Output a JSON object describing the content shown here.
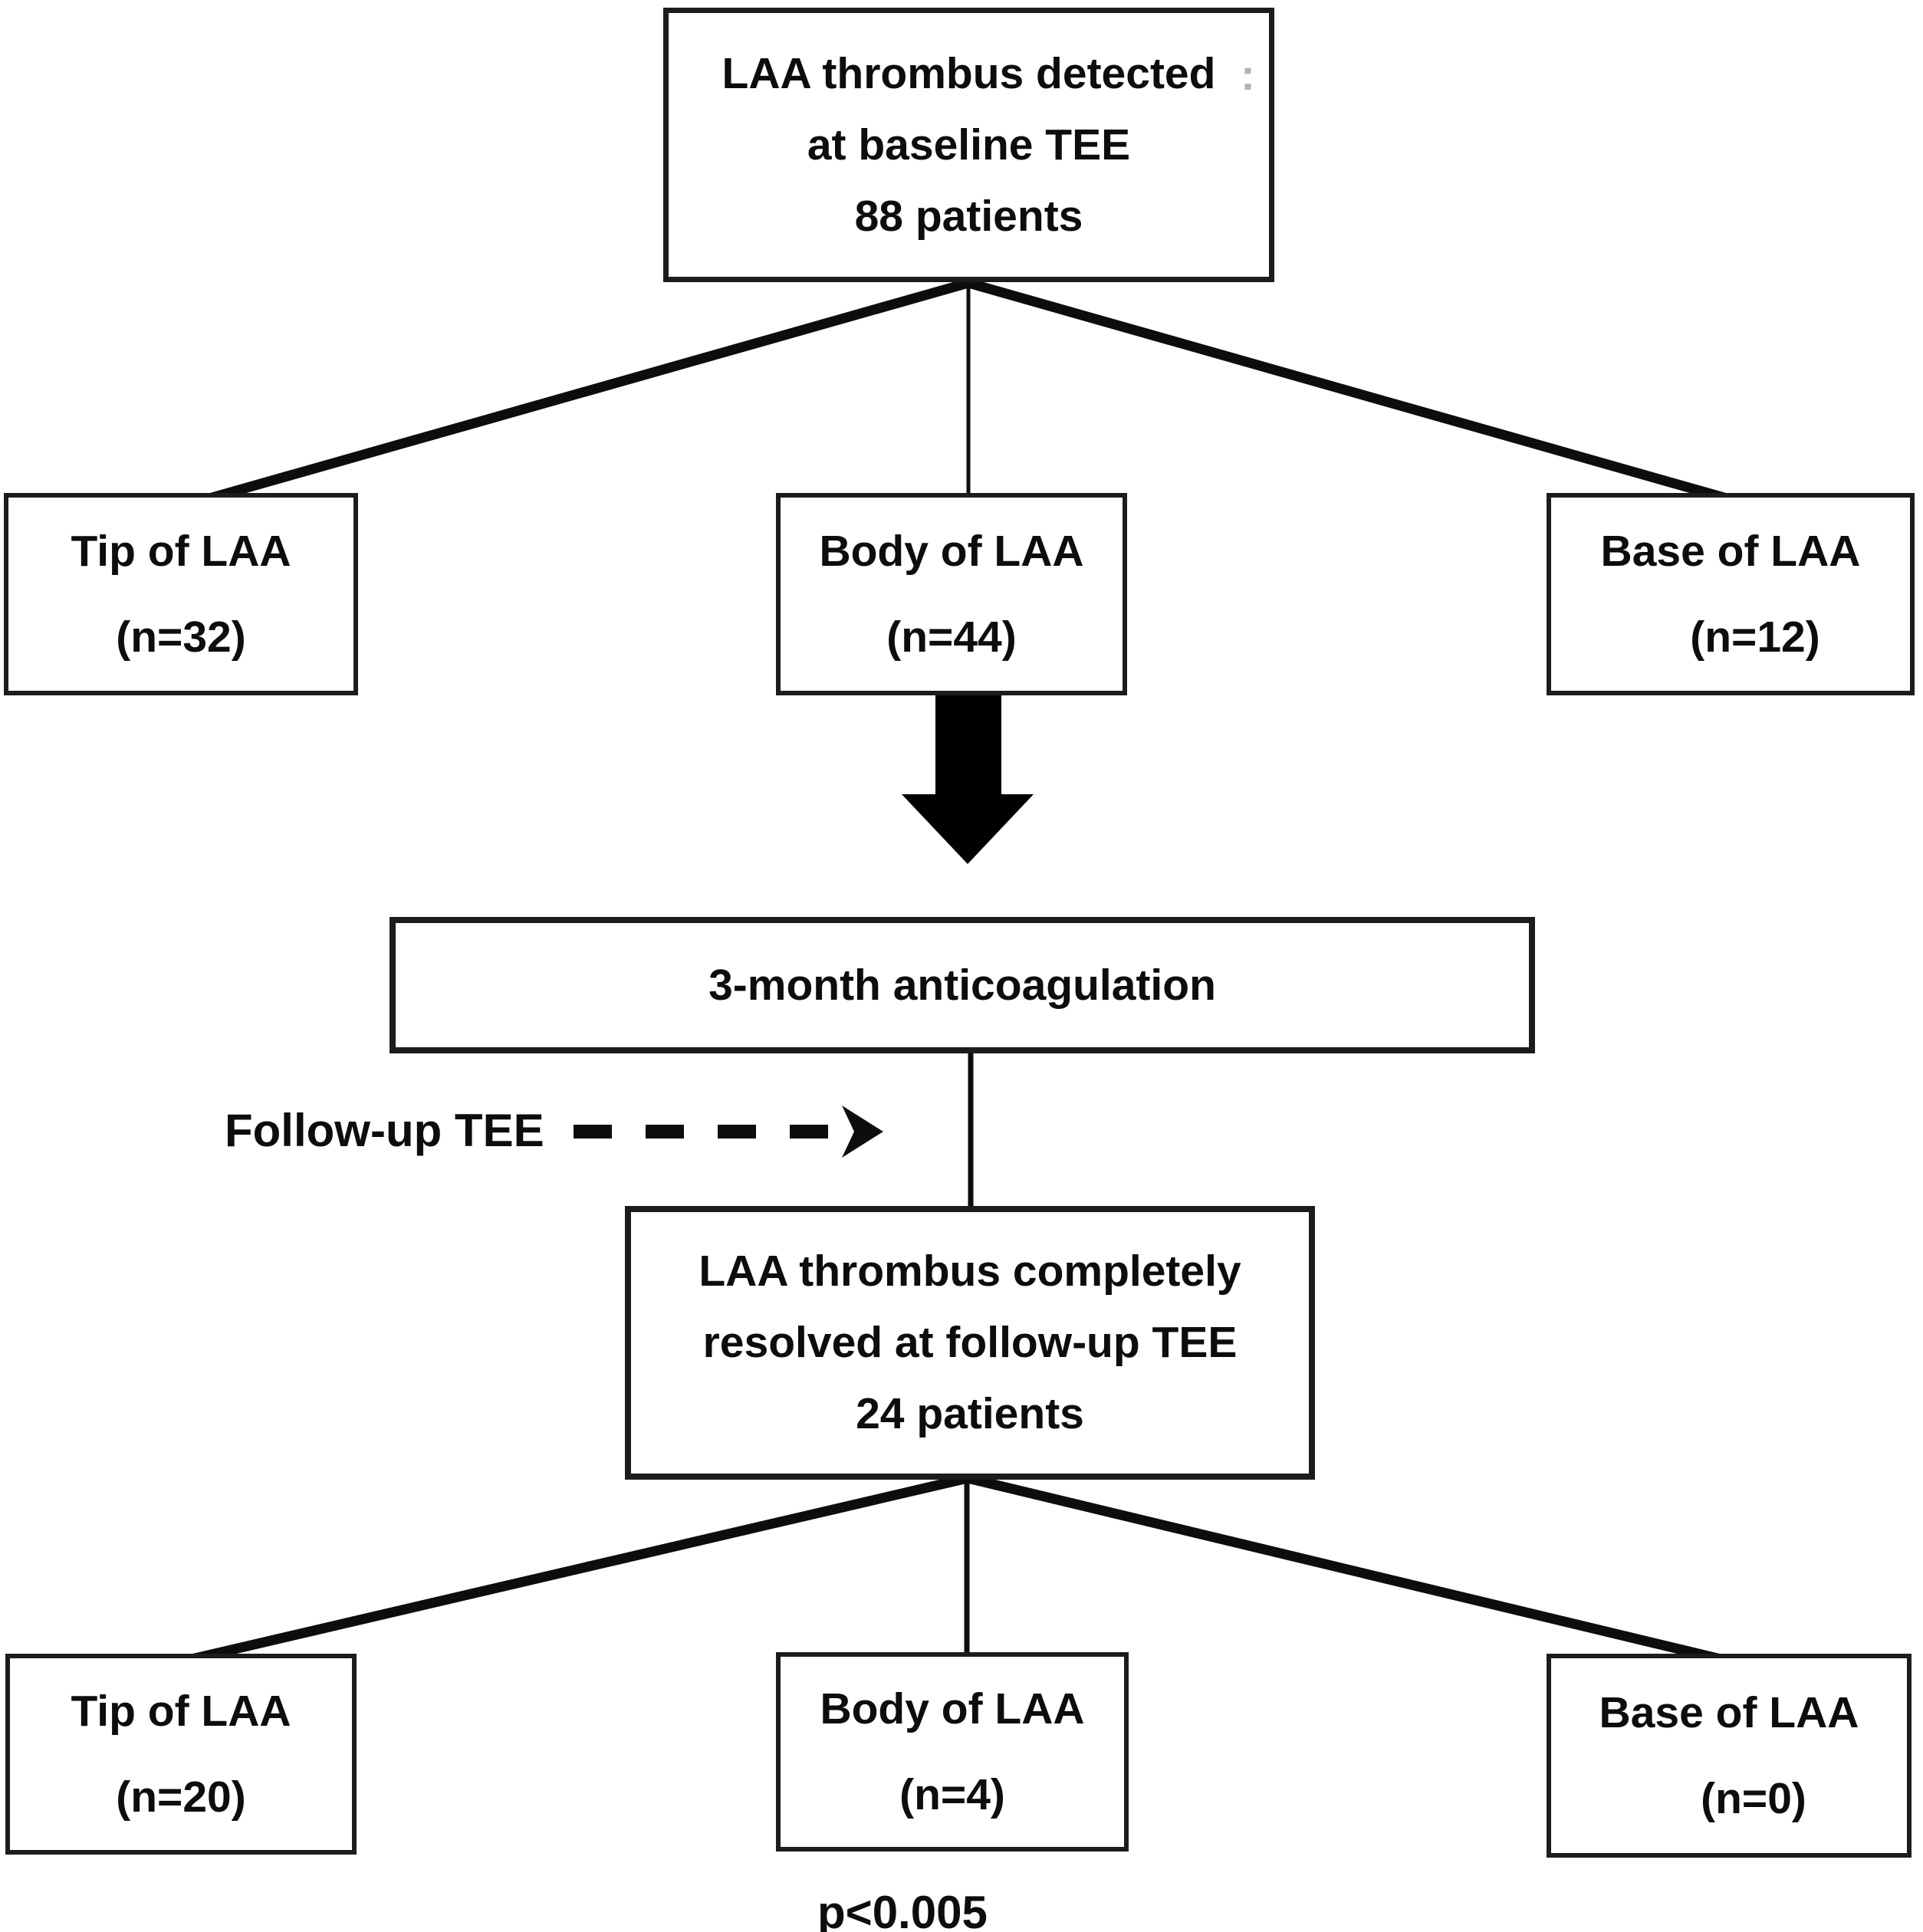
{
  "figure": {
    "colors": {
      "background": "#ffffff",
      "ink": "#0d0d0d",
      "box_border": "#1c1c1c",
      "artifact_gray": "#b3b3b3"
    },
    "boxes": {
      "baseline": {
        "line1": "LAA thrombus detected",
        "line2": "at baseline TEE",
        "line3": "88 patients",
        "artifact": ":"
      },
      "row1_tip": {
        "label": "Tip of LAA",
        "count": "(n=32)"
      },
      "row1_body": {
        "label": "Body of LAA",
        "count": "(n=44)"
      },
      "row1_base": {
        "label": "Base of LAA",
        "count": "(n=12)"
      },
      "anticoagulation": {
        "label": "3-month anticoagulation"
      },
      "resolved": {
        "line1": "LAA thrombus completely",
        "line2": "resolved at follow-up TEE",
        "line3": "24 patients"
      },
      "row2_tip": {
        "label": "Tip of LAA",
        "count": "(n=20)"
      },
      "row2_body": {
        "label": "Body of LAA",
        "count": "(n=4)"
      },
      "row2_base": {
        "label": "Base of LAA",
        "count": "(n=0)"
      }
    },
    "followup_tee_label": "Follow-up TEE",
    "p_value": "p<0.005"
  }
}
